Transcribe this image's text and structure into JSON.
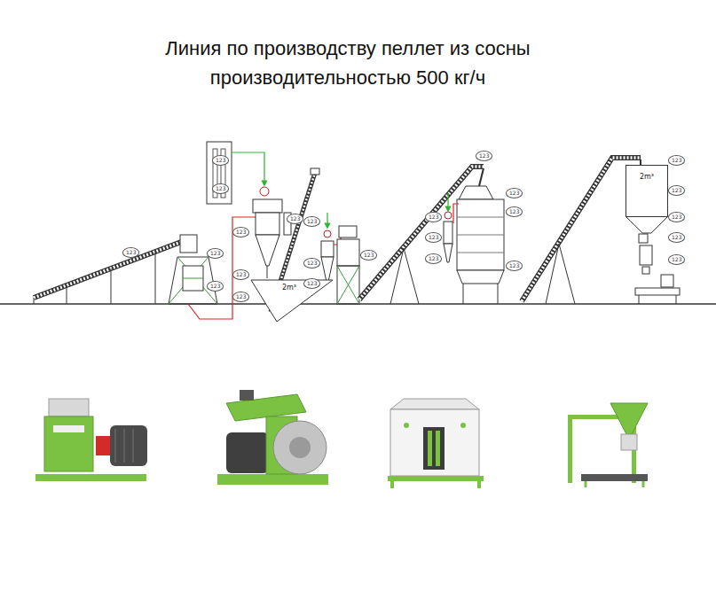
{
  "diagram": {
    "title": "Линия по производству пеллет из сосны производительностью 500 кг/ч",
    "nodes": [
      {
        "text": [
          "2m³"
        ]
      },
      {
        "text": [
          "2m³"
        ]
      }
    ],
    "labels": [
      "123",
      "123",
      "123",
      "123",
      "123",
      "123",
      "123",
      "123",
      "123",
      "123",
      "123",
      "123",
      "123",
      "123",
      "123",
      "123",
      "123",
      "123",
      "123",
      "123",
      "123",
      "123",
      "123",
      "123",
      "123"
    ]
  }
}
